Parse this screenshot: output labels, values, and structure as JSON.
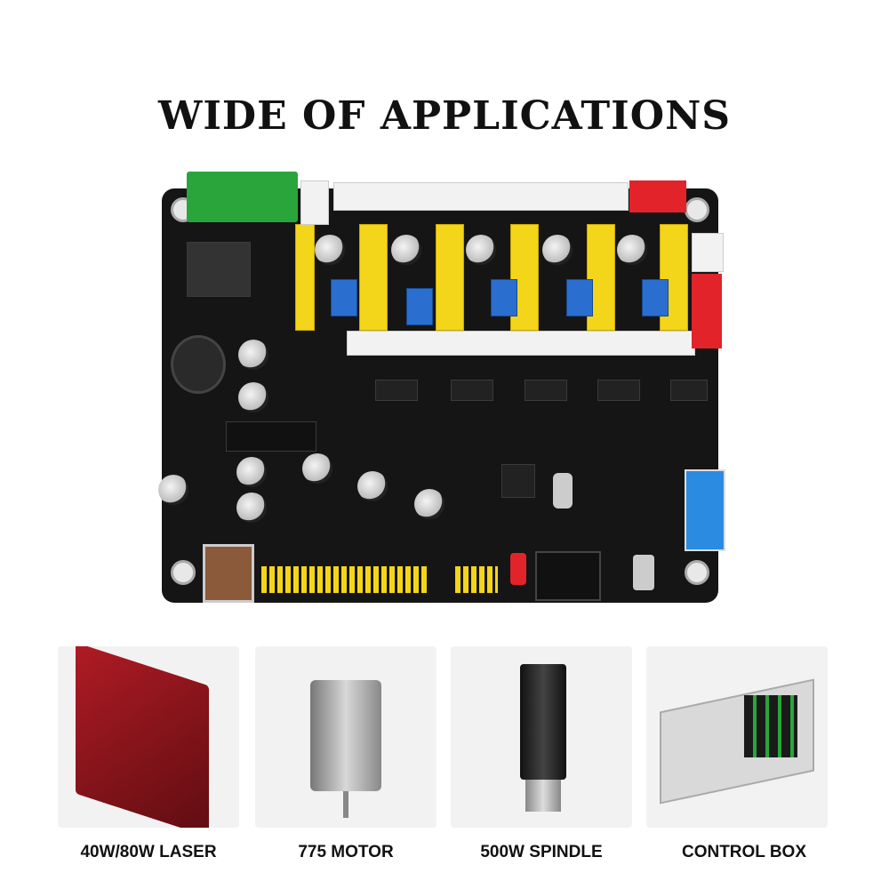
{
  "header": {
    "title": "WIDE OF APPLICATIONS"
  },
  "applications": [
    {
      "label": "40W/80W LASER"
    },
    {
      "label": "775 MOTOR"
    },
    {
      "label": "500W SPINDLE"
    },
    {
      "label": "CONTROL BOX"
    }
  ],
  "colors": {
    "board": "#151515",
    "header_yellow": "#f3d519",
    "connector_green": "#2aa53b",
    "connector_red": "#e3232a",
    "jumper_blue": "#2a6fd0"
  }
}
